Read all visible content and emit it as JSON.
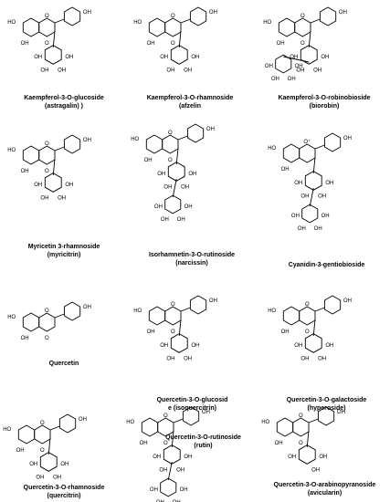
{
  "compounds": [
    {
      "name": "Kaempferol-3-O-glucoside",
      "alias": "(astragalin) )",
      "oh": "OH"
    },
    {
      "name": "Kaempferol-3-O-rhamnoside",
      "alias": "(afzelin",
      "oh": "OH"
    },
    {
      "name": "Kaempferol-3-O-robinobioside",
      "alias": "(biorobin)",
      "oh": "OH"
    },
    {
      "name": "Myricetin 3-rhamnoside",
      "alias": "(myricitrin)",
      "oh": "OH"
    },
    {
      "name": "Isorhamnetin-3-O-rutinoside",
      "alias": "(narcissin)",
      "oh": "OH"
    },
    {
      "name": "Cyanidin-3-gentiobioside",
      "alias": "",
      "oh": "OH"
    },
    {
      "name": "Quercetin",
      "alias": "",
      "oh": "OH"
    },
    {
      "name": "Quercetin-3-O-glucosid",
      "alias": "e (isoquercitrin)",
      "oh": "OH"
    },
    {
      "name": "Quercetin-3-O-galactoside",
      "alias": "(hyperoside)",
      "oh": "OH"
    },
    {
      "name": "Quercetin-3-O-rhamnoside",
      "alias": "(quercitrin)",
      "oh": "OH"
    },
    {
      "name": "Quercetin-3-O-rutinoside",
      "alias": "(rutin)",
      "oh": "OH"
    },
    {
      "name": "Quercetin-3-O-arabinopyranoside",
      "alias": "(avicularin)",
      "oh": "OH"
    }
  ],
  "atoms": {
    "o": "O",
    "ho": "HO",
    "oplus": "O⁺"
  }
}
